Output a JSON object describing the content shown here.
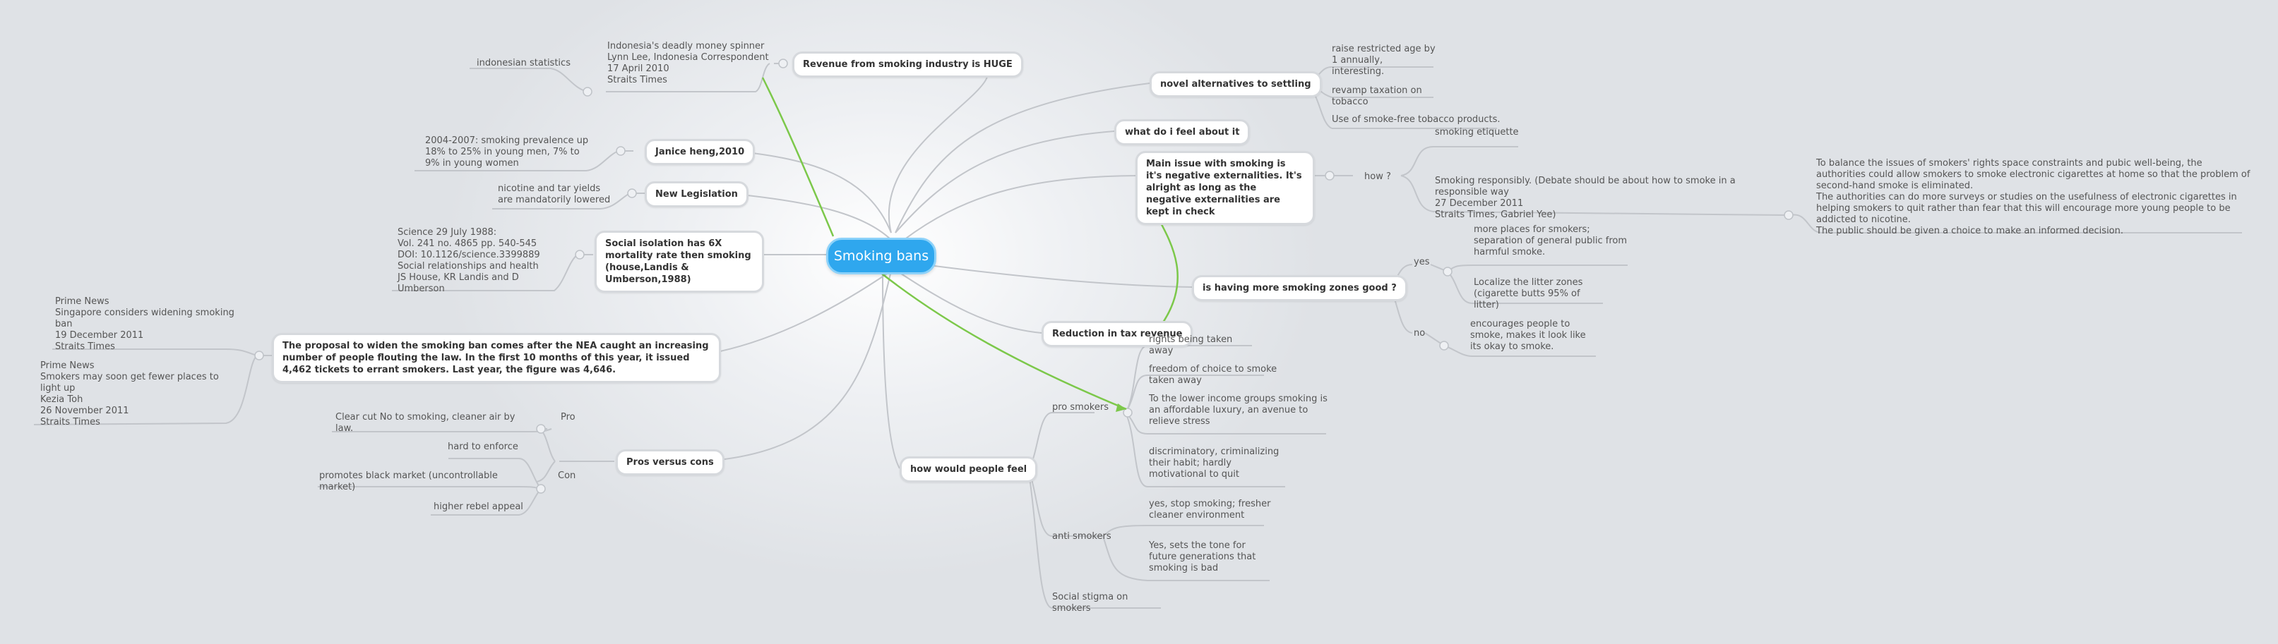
{
  "central": {
    "label": "Smoking bans"
  },
  "right": {
    "novel": {
      "label": "novel alternatives to settling",
      "items": [
        "raise restricted age by 1 annually, interesting.",
        "revamp taxation on tobacco",
        "Use of smoke-free tobacco products."
      ]
    },
    "feel": {
      "label": "what do i feel about it"
    },
    "issue": {
      "label": "Main issue with smoking is it's negative externalities. It's alright as long as the negative externalities are kept in check",
      "how": "how ?",
      "etiquette": "smoking etiquette",
      "responsibly": [
        "Smoking responsibly. (Debate should be about how to smoke in a responsible way",
        "27 December 2011",
        "Straits Times, Gabriel Yee)"
      ],
      "balance": [
        "To balance the issues of smokers' rights space constraints and pubic well-being, the authorities could allow smokers to smoke electronic cigarettes at home so that the problem of second-hand smoke is eliminated.",
        "The authorities can do more surveys or studies on the usefulness of electronic cigarettes in helping smokers to quit rather than fear that this will encourage more young people to be addicted to nicotine.",
        "The public should be given a choice to make an informed decision."
      ]
    },
    "zones": {
      "label": "is having more smoking zones good ?",
      "yes": "yes",
      "yes_items": [
        "more places for smokers; separation of general public from harmful smoke.",
        "Localize the litter zones (cigarette butts 95% of litter)"
      ],
      "no": "no",
      "no_items": [
        "encourages people to smoke, makes it look like its okay to smoke."
      ]
    },
    "tax": {
      "label": "Reduction in tax revenue"
    },
    "people": {
      "label": "how would people feel",
      "pro": "pro smokers",
      "pro_items": [
        "rights being taken away",
        "freedom of choice to smoke taken away",
        "To the lower income groups smoking is an affordable luxury, an avenue to relieve stress",
        "discriminatory, criminalizing their habit; hardly motivational to quit"
      ],
      "anti": "anti smokers",
      "anti_items": [
        "yes, stop smoking; fresher cleaner environment",
        "Yes, sets the tone for future generations that smoking is bad"
      ],
      "stigma": "Social stigma on smokers"
    }
  },
  "left": {
    "revenue": {
      "label": "Revenue from smoking industry is HUGE",
      "source": [
        "Indonesia's deadly money spinner",
        "Lynn Lee, Indonesia Correspondent",
        "17 April 2010",
        "Straits Times"
      ],
      "stats": "indonesian statistics"
    },
    "janice": {
      "label": "Janice heng,2010",
      "note": "2004-2007: smoking prevalence up 18% to 25% in young men, 7% to 9% in young women"
    },
    "legislation": {
      "label": "New Legislation",
      "note": "nicotine and tar yields are mandatorily lowered"
    },
    "isolation": {
      "label": "Social isolation has 6X mortality rate then smoking (house,Landis & Umberson,1988)",
      "source": [
        "Science 29 July 1988:",
        "Vol. 241 no. 4865 pp. 540-545",
        "DOI: 10.1126/science.3399889",
        "Social relationships and health",
        "JS House, KR Landis and D Umberson"
      ]
    },
    "proposal": {
      "label": "The proposal to widen the smoking ban comes after the NEA caught an increasing number of people flouting the law. In the first 10 months of this year, it issued 4,462 tickets to errant smokers. Last year, the figure was 4,646.",
      "source1": [
        "Prime News",
        "Singapore considers widening smoking ban",
        "19 December 2011",
        "Straits Times"
      ],
      "source2": [
        "Prime News",
        "Smokers may soon get fewer places to light up",
        "Kezia Toh",
        "26 November 2011",
        "Straits Times"
      ]
    },
    "proscons": {
      "label": "Pros versus cons",
      "pro": "Pro",
      "pro_items": [
        "Clear cut No to smoking, cleaner air  by law."
      ],
      "con": "Con",
      "con_items": [
        "hard to enforce",
        "promotes black market (uncontrollable market)",
        "higher rebel appeal"
      ]
    }
  }
}
